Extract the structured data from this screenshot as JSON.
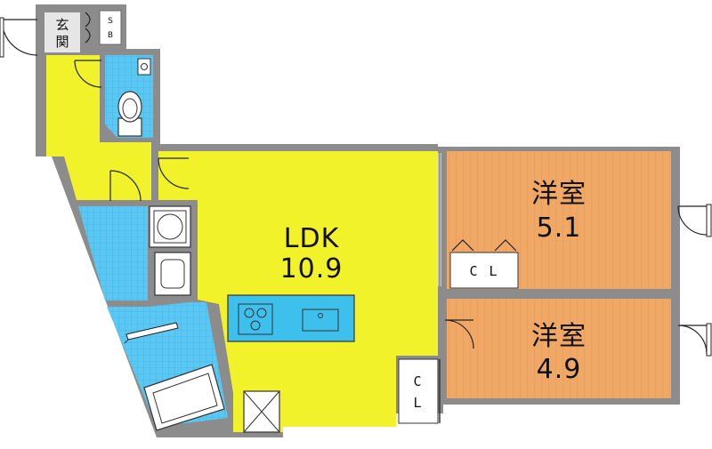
{
  "floorplan": {
    "ldk": {
      "name": "LDK",
      "size": "10.9"
    },
    "bedroom1": {
      "name": "洋室",
      "size": "5.1"
    },
    "bedroom2": {
      "name": "洋室",
      "size": "4.9"
    },
    "entrance": {
      "char1": "玄",
      "char2": "関"
    },
    "shoe_box": {
      "char1": "S",
      "char2": "B"
    },
    "closet1": "C L",
    "closet2": {
      "char1": "C",
      "char2": "L"
    }
  },
  "colors": {
    "wall": "#8c8c8c",
    "ldk": "#f2f22a",
    "bedroom": "#f0a866",
    "wet_area": "#55c6f0",
    "kitchen": "#3ec0ec",
    "closet": "#ffffff",
    "entrance": "#e8e8e8"
  }
}
